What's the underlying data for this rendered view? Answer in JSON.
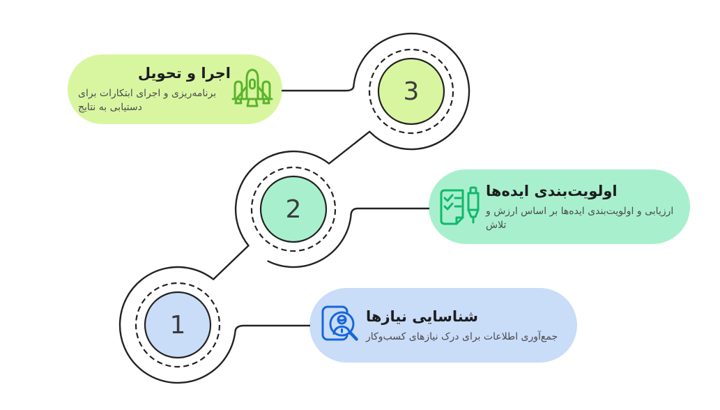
{
  "diagram": {
    "language": "fa",
    "direction": "rtl",
    "background": "#ffffff",
    "outline_color": "#222222",
    "title_color": "#1d1d1f",
    "description_color": "#4b4b4f",
    "number_color": "#3c3c3e",
    "steps": [
      {
        "number": "1",
        "title": "شناسایی نیازها",
        "description": "جمع‌آوری اطلاعات برای درک نیازهای کسب‌وکار",
        "icon": "user-search-icon",
        "fill_color": "#c9dcf8",
        "icon_stroke_color": "#1766d8"
      },
      {
        "number": "2",
        "title": "اولویت‌بندی ایده‌ها",
        "description": "ارزیابی و اولویت‌بندی ایده‌ها بر اساس ارزش و\nتلاش",
        "icon": "checklist-pen-icon",
        "fill_color": "#a8f0cd",
        "icon_stroke_color": "#12b76d"
      },
      {
        "number": "3",
        "title": "اجرا و تحویل",
        "description": "برنامه‌ریزی و اجرای ابتکارات برای\nدستیابی به نتایج",
        "icon": "rocket-icon",
        "fill_color": "#d8f6a0",
        "icon_stroke_color": "#5ab32c"
      }
    ]
  }
}
